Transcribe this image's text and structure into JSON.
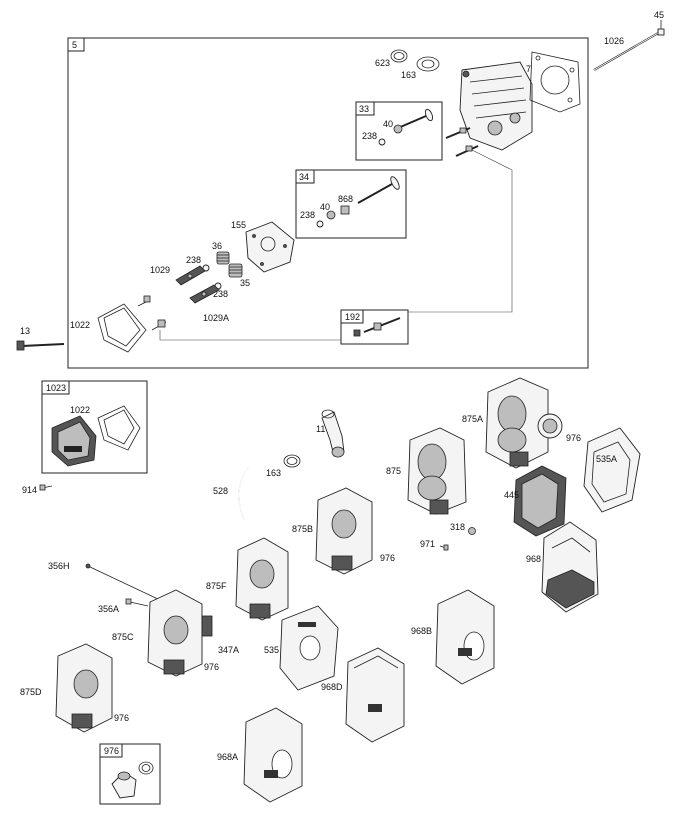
{
  "callouts": {
    "c5": "5",
    "c45": "45",
    "c1026": "1026",
    "c623": "623",
    "c163a": "163",
    "c7": "7",
    "c33": "33",
    "c40a": "40",
    "c238a": "238",
    "c34": "34",
    "c868": "868",
    "c40b": "40",
    "c238b": "238",
    "c155": "155",
    "c36": "36",
    "c238c": "238",
    "c35": "35",
    "c238d": "238",
    "c1029": "1029",
    "c1029a": "1029A",
    "c1022a": "1022",
    "c192": "192",
    "c13": "13",
    "c1023": "1023",
    "c1022b": "1022",
    "c914": "914",
    "c11": "11",
    "c163b": "163",
    "c528": "528",
    "c875": "875",
    "c875a": "875A",
    "c976a": "976",
    "c535a": "535A",
    "c445": "445",
    "c318": "318",
    "c971": "971",
    "c968": "968",
    "c875b": "875B",
    "c976b": "976",
    "c875f": "875F",
    "c356h": "356H",
    "c356a": "356A",
    "c875c": "875C",
    "c347a": "347A",
    "c976c": "976",
    "c535": "535",
    "c968b": "968B",
    "c968d": "968D",
    "c875d": "875D",
    "c976d": "976",
    "c976e": "976",
    "c968a": "968A"
  }
}
